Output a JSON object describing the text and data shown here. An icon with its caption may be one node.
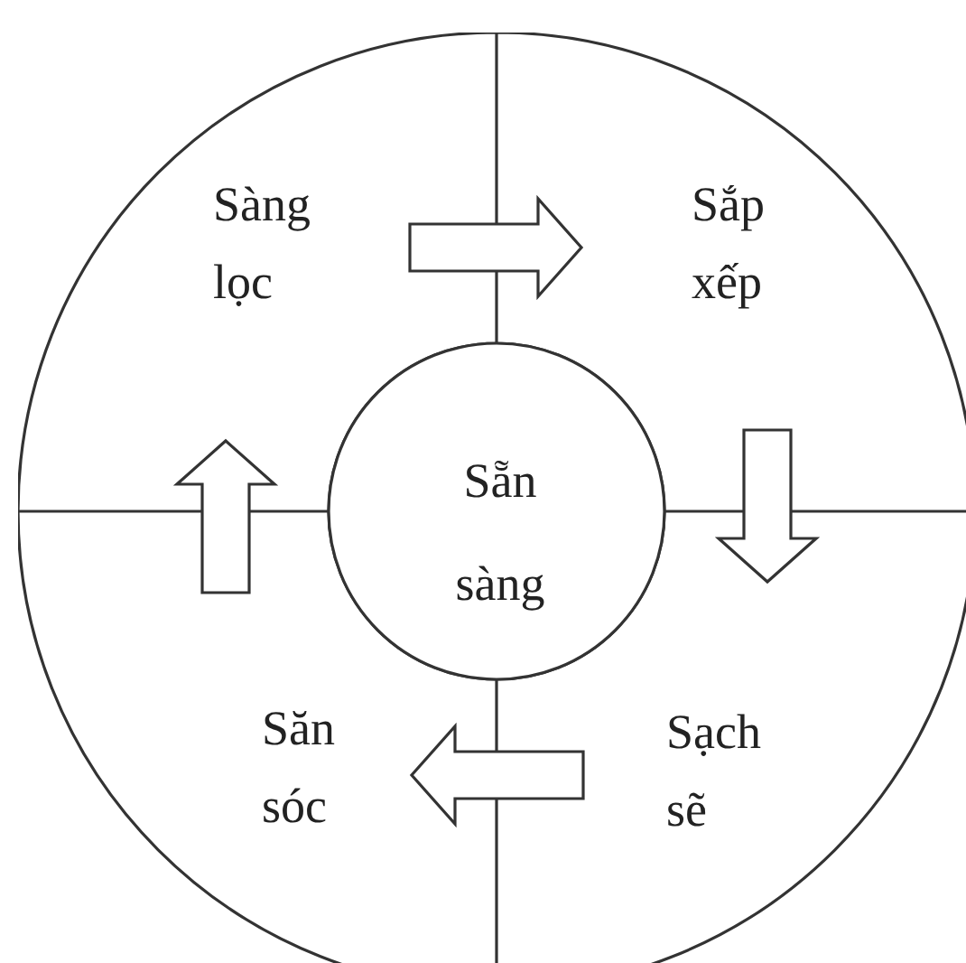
{
  "diagram": {
    "nodes": [
      {
        "text": [
          "Sàng lọc"
        ]
      },
      {
        "text": [
          "Sắp xếp"
        ]
      },
      {
        "text": [
          "Sạch sẽ"
        ]
      },
      {
        "text": [
          "Săn sóc"
        ]
      },
      {
        "text": [
          "Sẵn sàng"
        ]
      }
    ],
    "edges": [
      {
        "from": 0,
        "to": 1,
        "arrow": "to"
      },
      {
        "from": 1,
        "to": 2,
        "arrow": "to"
      },
      {
        "from": 2,
        "to": 3,
        "arrow": "to"
      },
      {
        "from": 3,
        "to": 0,
        "arrow": "to"
      }
    ]
  }
}
